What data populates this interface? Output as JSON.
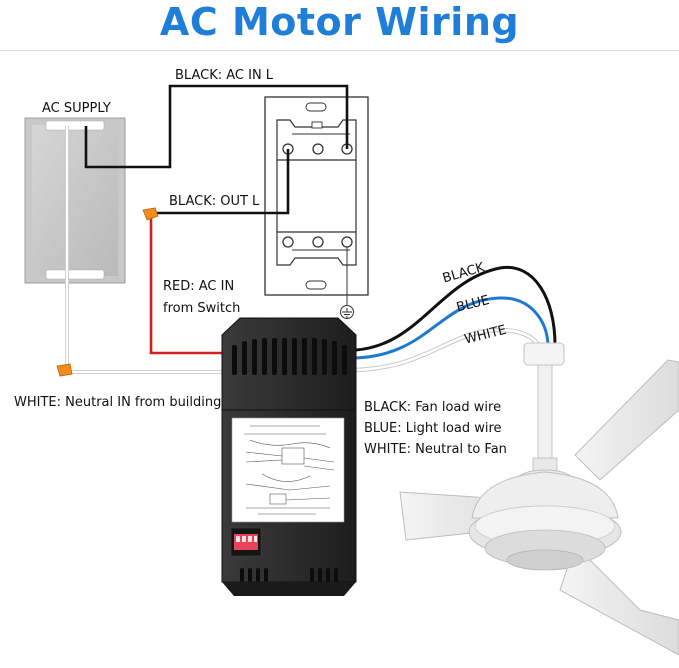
{
  "title": "AC Motor Wiring",
  "labels": {
    "ac_supply": "AC SUPPLY",
    "black_ac_in": "BLACK: AC IN L",
    "black_out": "BLACK: OUT L",
    "red_ac_in_1": "RED: AC IN",
    "red_ac_in_2": "from Switch",
    "white_neutral_in": "WHITE: Neutral IN from building",
    "fan_black": "BLACK",
    "fan_blue": "BLUE",
    "fan_white": "WHITE",
    "legend_black": "BLACK: Fan load wire",
    "legend_blue": "BLUE: Light load wire",
    "legend_white": "WHITE: Neutral to Fan"
  },
  "colors": {
    "title": "#1f7fd8",
    "black_wire": "#111111",
    "blue_wire": "#1f78d1",
    "red_wire": "#d42020",
    "white_wire": "#eeeeee",
    "connector": "#f08c1a",
    "receiver_body": "#2a2a2a",
    "dip_switch": "#e8435a"
  }
}
